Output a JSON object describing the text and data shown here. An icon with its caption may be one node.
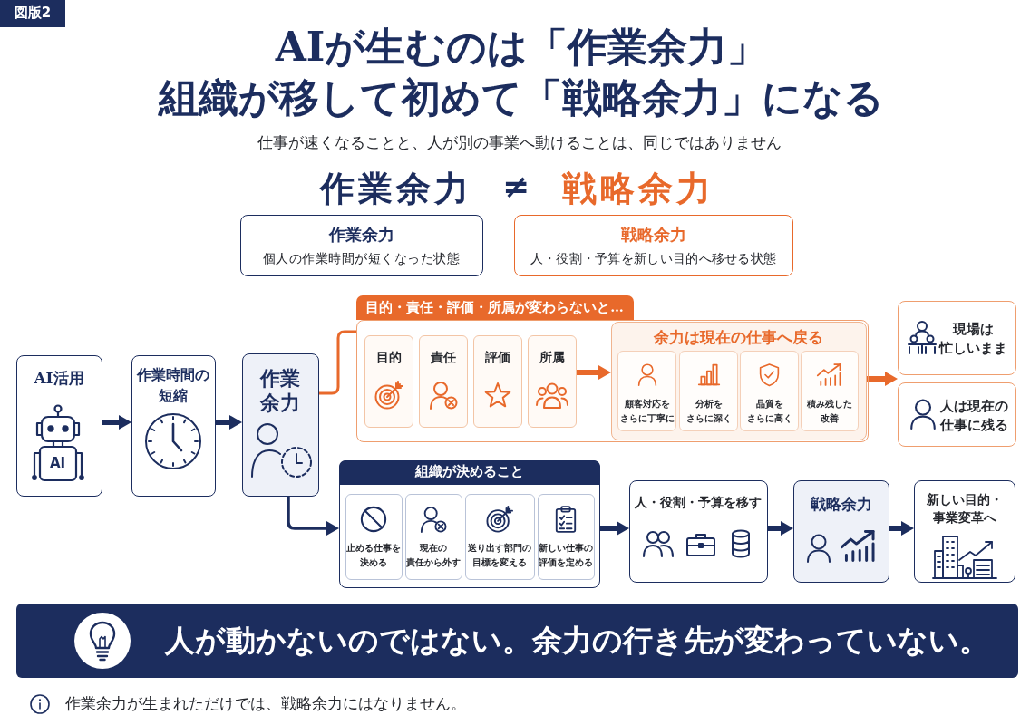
{
  "diagram": {
    "title": "AIが生むのは「作業余力」組織が移して初めて「戦略余力」になる",
    "nodes": [
      {
        "text": [
          "作業余力",
          "個人の作業時間が短くなった状態"
        ]
      },
      {
        "text": [
          "戦略余力",
          "人・役割・予算を新しい目的へ移せる状態"
        ]
      },
      {
        "text": [
          "AI活用",
          "AI"
        ]
      },
      {
        "text": [
          "作業時間の短縮"
        ]
      },
      {
        "text": [
          "作業余力"
        ]
      },
      {
        "text": [
          "目的・責任・評価・所属が変わらないと…"
        ]
      },
      {
        "text": [
          "目的"
        ],
        "in": 5
      },
      {
        "text": [
          "責任"
        ],
        "in": 5
      },
      {
        "text": [
          "評価"
        ],
        "in": 5
      },
      {
        "text": [
          "所属"
        ],
        "in": 5
      },
      {
        "text": [
          "余力は現在の仕事へ戻る"
        ],
        "in": 5
      },
      {
        "text": [
          "顧客対応をさらに丁寧に"
        ],
        "in": 10
      },
      {
        "text": [
          "分析をさらに深く"
        ],
        "in": 10
      },
      {
        "text": [
          "品質をさらに高く"
        ],
        "in": 10
      },
      {
        "text": [
          "積み残した改善"
        ],
        "in": 10
      },
      {
        "text": [
          "現場は忙しいまま"
        ]
      },
      {
        "text": [
          "人は現在の仕事に残る"
        ]
      },
      {
        "text": [
          "組織が決めること"
        ]
      },
      {
        "text": [
          "止める仕事を決める"
        ],
        "in": 17
      },
      {
        "text": [
          "現在の責任から外す"
        ],
        "in": 17
      },
      {
        "text": [
          "送り出す部門の目標を変える"
        ],
        "in": 17
      },
      {
        "text": [
          "新しい仕事の評価を定める"
        ],
        "in": 17
      },
      {
        "text": [
          "人・役割・予算を移す"
        ]
      },
      {
        "text": [
          "戦略余力"
        ]
      },
      {
        "text": [
          "新しい目的・事業変革へ"
        ]
      },
      {
        "text": [
          "人が動かないのではない。余力の行き先が変わっていない。"
        ]
      }
    ],
    "edges": [
      {
        "from": 2,
        "to": 3,
        "arrow": "to"
      },
      {
        "from": 3,
        "to": 4,
        "arrow": "to"
      },
      {
        "from": 4,
        "to": 5,
        "arrow": "none",
        "color": "#e8692b"
      },
      {
        "from": 4,
        "to": 17,
        "arrow": "to"
      },
      {
        "from": 9,
        "to": 10,
        "arrow": "to",
        "color": "#e8692b"
      },
      {
        "from": 10,
        "to": 15,
        "arrow": "to",
        "color": "#e8692b"
      },
      {
        "from": 10,
        "to": 16,
        "arrow": "to",
        "color": "#e8692b"
      },
      {
        "from": 17,
        "to": 22,
        "arrow": "to"
      },
      {
        "from": 22,
        "to": 23,
        "arrow": "to"
      },
      {
        "from": 23,
        "to": 24,
        "arrow": "to"
      }
    ],
    "labels": [
      "図版2",
      "仕事が速くなることと、人が別の事業へ動けることは、同じではありません",
      "作業余力",
      "≠",
      "戦略余力",
      "作業余力が生まれただけでは、戦略余力にはなりません。"
    ]
  }
}
